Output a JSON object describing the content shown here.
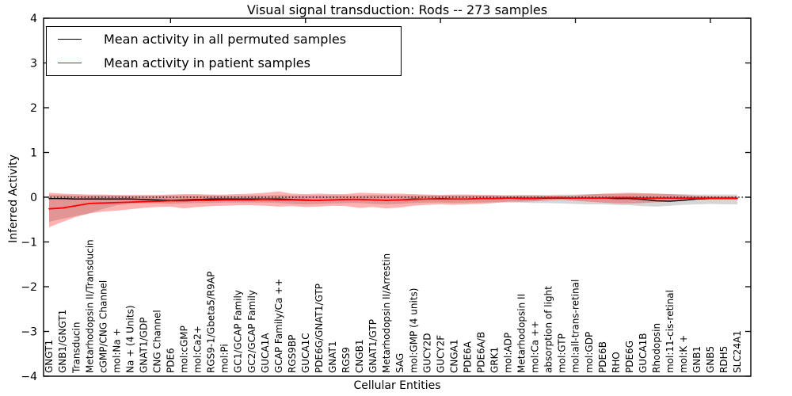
{
  "figure": {
    "title": "Visual signal transduction: Rods -- 273 samples",
    "xlabel": "Cellular Entities",
    "ylabel": "Inferred Activity"
  },
  "legend": {
    "items": [
      {
        "label": "Mean activity in all permuted samples",
        "color": "#000000"
      },
      {
        "label": "Mean activity in patient samples",
        "color": "#ff0000"
      }
    ]
  },
  "chart_data": {
    "type": "line",
    "title": "Visual signal transduction: Rods -- 273 samples",
    "xlabel": "Cellular Entities",
    "ylabel": "Inferred Activity",
    "ylim": [
      -4,
      4
    ],
    "yticks": [
      4,
      3,
      2,
      1,
      0,
      -1,
      -2,
      -3,
      -4
    ],
    "ytick_labels": [
      "4",
      "3",
      "2",
      "1",
      "0",
      "−1",
      "−2",
      "−3",
      "−4"
    ],
    "grid": false,
    "legend_position": "upper left",
    "zero_reference_line": {
      "y": 0,
      "style": "dotted",
      "color": "#000000"
    },
    "categories": [
      "GNGT1",
      "GNB1/GNGT1",
      "Transducin",
      "Metarhodopsin II/Transducin",
      "cGMP/CNG Channel",
      "mol:Na +",
      "Na + (4 Units)",
      "GNAT1/GDP",
      "CNG Channel",
      "PDE6",
      "mol:cGMP",
      "mol:Ca2+",
      "RGS9-1/Gbeta5/R9AP",
      "mol:Pi",
      "GC1/GCAP Family",
      "GC2/GCAP Family",
      "GUCA1A",
      "GCAP Family/Ca ++",
      "RGS9BP",
      "GUCA1C",
      "PDE6G/GNAT1/GTP",
      "GNAT1",
      "RGS9",
      "CNGB1",
      "GNAT1/GTP",
      "Metarhodopsin II/Arrestin",
      "SAG",
      "mol:GMP (4 units)",
      "GUCY2D",
      "GUCY2F",
      "CNGA1",
      "PDE6A",
      "PDE6A/B",
      "GRK1",
      "mol:ADP",
      "Metarhodopsin II",
      "mol:Ca ++",
      "absorption of light",
      "mol:GTP",
      "mol:all-trans-retinal",
      "mol:GDP",
      "PDE6B",
      "RHO",
      "PDE6G",
      "GUCA1B",
      "Rhodopsin",
      "mol:11-cis-retinal",
      "mol:K +",
      "GNB1",
      "GNB5",
      "RDH5",
      "SLC24A1"
    ],
    "series": [
      {
        "name": "Mean activity in all permuted samples",
        "color": "#000000",
        "line_width": 1.4,
        "values": [
          -0.03,
          -0.03,
          -0.04,
          -0.04,
          -0.04,
          -0.04,
          -0.04,
          -0.05,
          -0.06,
          -0.07,
          -0.06,
          -0.05,
          -0.04,
          -0.04,
          -0.04,
          -0.04,
          -0.04,
          -0.04,
          -0.05,
          -0.06,
          -0.07,
          -0.06,
          -0.05,
          -0.05,
          -0.06,
          -0.07,
          -0.06,
          -0.04,
          -0.04,
          -0.03,
          -0.04,
          -0.04,
          -0.03,
          -0.03,
          -0.02,
          -0.03,
          -0.03,
          -0.02,
          -0.02,
          -0.02,
          -0.02,
          -0.02,
          -0.03,
          -0.03,
          -0.05,
          -0.08,
          -0.09,
          -0.07,
          -0.04,
          -0.03,
          -0.03,
          -0.03
        ],
        "band": {
          "color": "#808080",
          "opacity": 0.32,
          "upper": [
            0.05,
            0.05,
            0.04,
            0.04,
            0.04,
            0.04,
            0.03,
            0.03,
            0.03,
            0.04,
            0.04,
            0.04,
            0.04,
            0.03,
            0.03,
            0.04,
            0.04,
            0.05,
            0.04,
            0.04,
            0.04,
            0.04,
            0.04,
            0.04,
            0.05,
            0.05,
            0.04,
            0.04,
            0.04,
            0.04,
            0.04,
            0.04,
            0.04,
            0.04,
            0.04,
            0.05,
            0.05,
            0.05,
            0.06,
            0.06,
            0.07,
            0.07,
            0.07,
            0.08,
            0.08,
            0.08,
            0.07,
            0.07,
            0.06,
            0.06,
            0.06,
            0.06
          ],
          "lower": [
            -0.55,
            -0.48,
            -0.42,
            -0.36,
            -0.26,
            -0.18,
            -0.15,
            -0.14,
            -0.14,
            -0.15,
            -0.14,
            -0.13,
            -0.13,
            -0.12,
            -0.12,
            -0.12,
            -0.12,
            -0.13,
            -0.15,
            -0.16,
            -0.15,
            -0.14,
            -0.13,
            -0.13,
            -0.15,
            -0.16,
            -0.15,
            -0.13,
            -0.12,
            -0.12,
            -0.13,
            -0.12,
            -0.12,
            -0.11,
            -0.12,
            -0.12,
            -0.13,
            -0.13,
            -0.14,
            -0.15,
            -0.16,
            -0.16,
            -0.17,
            -0.18,
            -0.2,
            -0.21,
            -0.19,
            -0.17,
            -0.16,
            -0.15,
            -0.16,
            -0.16
          ]
        }
      },
      {
        "name": "Mean activity in patient samples",
        "color": "#ff0000",
        "line_width": 1.8,
        "values": [
          -0.26,
          -0.24,
          -0.19,
          -0.14,
          -0.13,
          -0.12,
          -0.11,
          -0.1,
          -0.09,
          -0.08,
          -0.08,
          -0.07,
          -0.07,
          -0.06,
          -0.06,
          -0.06,
          -0.05,
          -0.06,
          -0.06,
          -0.07,
          -0.07,
          -0.06,
          -0.05,
          -0.05,
          -0.06,
          -0.07,
          -0.06,
          -0.05,
          -0.04,
          -0.04,
          -0.04,
          -0.04,
          -0.03,
          -0.03,
          -0.02,
          -0.02,
          -0.02,
          -0.01,
          -0.01,
          -0.02,
          -0.02,
          -0.02,
          -0.01,
          -0.01,
          -0.02,
          -0.02,
          -0.02,
          -0.02,
          -0.02,
          -0.02,
          -0.02,
          -0.02
        ],
        "band": {
          "color": "#ff0000",
          "opacity": 0.3,
          "upper": [
            0.1,
            0.08,
            0.07,
            0.06,
            0.06,
            0.05,
            0.05,
            0.05,
            0.05,
            0.06,
            0.07,
            0.07,
            0.06,
            0.06,
            0.07,
            0.08,
            0.1,
            0.13,
            0.08,
            0.07,
            0.08,
            0.07,
            0.07,
            0.1,
            0.09,
            0.08,
            0.08,
            0.07,
            0.06,
            0.05,
            0.06,
            0.06,
            0.05,
            0.05,
            0.04,
            0.04,
            0.04,
            0.03,
            0.03,
            0.04,
            0.06,
            0.08,
            0.09,
            0.1,
            0.09,
            0.08,
            0.07,
            0.05,
            0.03,
            0.02,
            0.02,
            0.02
          ],
          "lower": [
            -0.67,
            -0.55,
            -0.44,
            -0.36,
            -0.32,
            -0.3,
            -0.27,
            -0.24,
            -0.22,
            -0.21,
            -0.25,
            -0.22,
            -0.2,
            -0.19,
            -0.18,
            -0.18,
            -0.19,
            -0.21,
            -0.2,
            -0.22,
            -0.21,
            -0.19,
            -0.2,
            -0.24,
            -0.22,
            -0.25,
            -0.23,
            -0.19,
            -0.17,
            -0.16,
            -0.17,
            -0.16,
            -0.15,
            -0.13,
            -0.1,
            -0.1,
            -0.09,
            -0.07,
            -0.06,
            -0.08,
            -0.1,
            -0.12,
            -0.14,
            -0.14,
            -0.13,
            -0.11,
            -0.09,
            -0.06,
            -0.04,
            -0.03,
            -0.03,
            -0.03
          ]
        }
      }
    ]
  }
}
